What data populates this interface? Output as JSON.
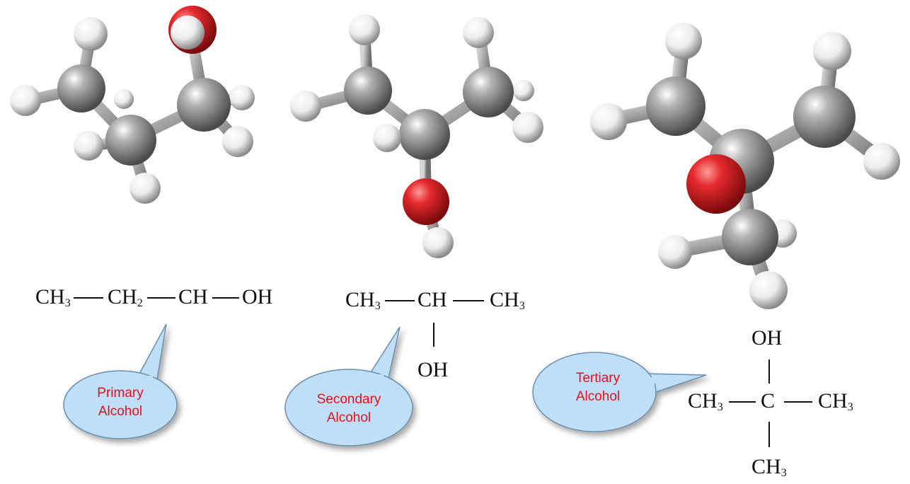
{
  "colors": {
    "carbon": "#8c8c8c",
    "hydrogen": "#e9e9e9",
    "oxygen": "#e0262a",
    "bond": "#9a9a9a",
    "bubble_fill": "#bfdff8",
    "bubble_stroke": "#6a8fb0",
    "label_text": "#e8101a",
    "formula_text": "#111111"
  },
  "primary": {
    "label_line1": "Primary",
    "label_line2": "Alcohol",
    "formula": {
      "g1": "CH",
      "g1_sub": "3",
      "g2": "CH",
      "g2_sub": "2",
      "g3": "CH",
      "g4": "OH"
    }
  },
  "secondary": {
    "label_line1": "Secondary",
    "label_line2": "Alcohol",
    "formula": {
      "left": "CH",
      "left_sub": "3",
      "center": "CH",
      "right": "CH",
      "right_sub": "3",
      "bottom": "OH"
    }
  },
  "tertiary": {
    "label_line1": "Tertiary",
    "label_line2": "Alcohol",
    "formula": {
      "top": "OH",
      "left": "CH",
      "left_sub": "3",
      "center": "C",
      "right": "CH",
      "right_sub": "3",
      "bottom": "CH",
      "bottom_sub": "3"
    }
  }
}
